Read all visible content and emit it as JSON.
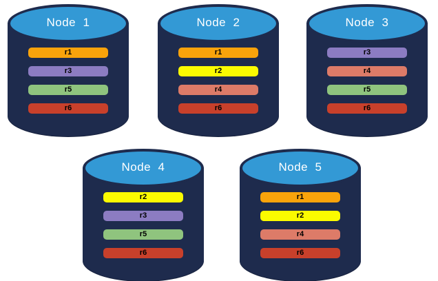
{
  "canvas": {
    "background": "#FFFFFF"
  },
  "palette": {
    "cylinder_body": "#1E2B4D",
    "cylinder_top": "#3399D5",
    "title_text": "#FFFFFF",
    "bar_text": "#000000"
  },
  "replica_colors": {
    "r1": "#F9A30B",
    "r2": "#FBFB00",
    "r3": "#8C7CC2",
    "r4": "#DD7B68",
    "r5": "#8FC47E",
    "r6": "#C8402B"
  },
  "nodes": [
    {
      "name": "Node  1",
      "replicas": [
        {
          "label": "r1",
          "color": "#F9A30B"
        },
        {
          "label": "r3",
          "color": "#8C7CC2"
        },
        {
          "label": "r5",
          "color": "#8FC47E"
        },
        {
          "label": "r6",
          "color": "#C8402B"
        }
      ]
    },
    {
      "name": "Node  2",
      "replicas": [
        {
          "label": "r1",
          "color": "#F9A30B"
        },
        {
          "label": "r2",
          "color": "#FBFB00"
        },
        {
          "label": "r4",
          "color": "#DD7B68"
        },
        {
          "label": "r6",
          "color": "#C8402B"
        }
      ]
    },
    {
      "name": "Node  3",
      "replicas": [
        {
          "label": "r3",
          "color": "#8C7CC2"
        },
        {
          "label": "r4",
          "color": "#DD7B68"
        },
        {
          "label": "r5",
          "color": "#8FC47E"
        },
        {
          "label": "r6",
          "color": "#C8402B"
        }
      ]
    },
    {
      "name": "Node  4",
      "replicas": [
        {
          "label": "r2",
          "color": "#FBFB00"
        },
        {
          "label": "r3",
          "color": "#8C7CC2"
        },
        {
          "label": "r5",
          "color": "#8FC47E"
        },
        {
          "label": "r6",
          "color": "#C8402B"
        }
      ]
    },
    {
      "name": "Node  5",
      "replicas": [
        {
          "label": "r1",
          "color": "#F9A30B"
        },
        {
          "label": "r2",
          "color": "#FBFB00"
        },
        {
          "label": "r4",
          "color": "#DD7B68"
        },
        {
          "label": "r6",
          "color": "#C8402B"
        }
      ]
    }
  ]
}
